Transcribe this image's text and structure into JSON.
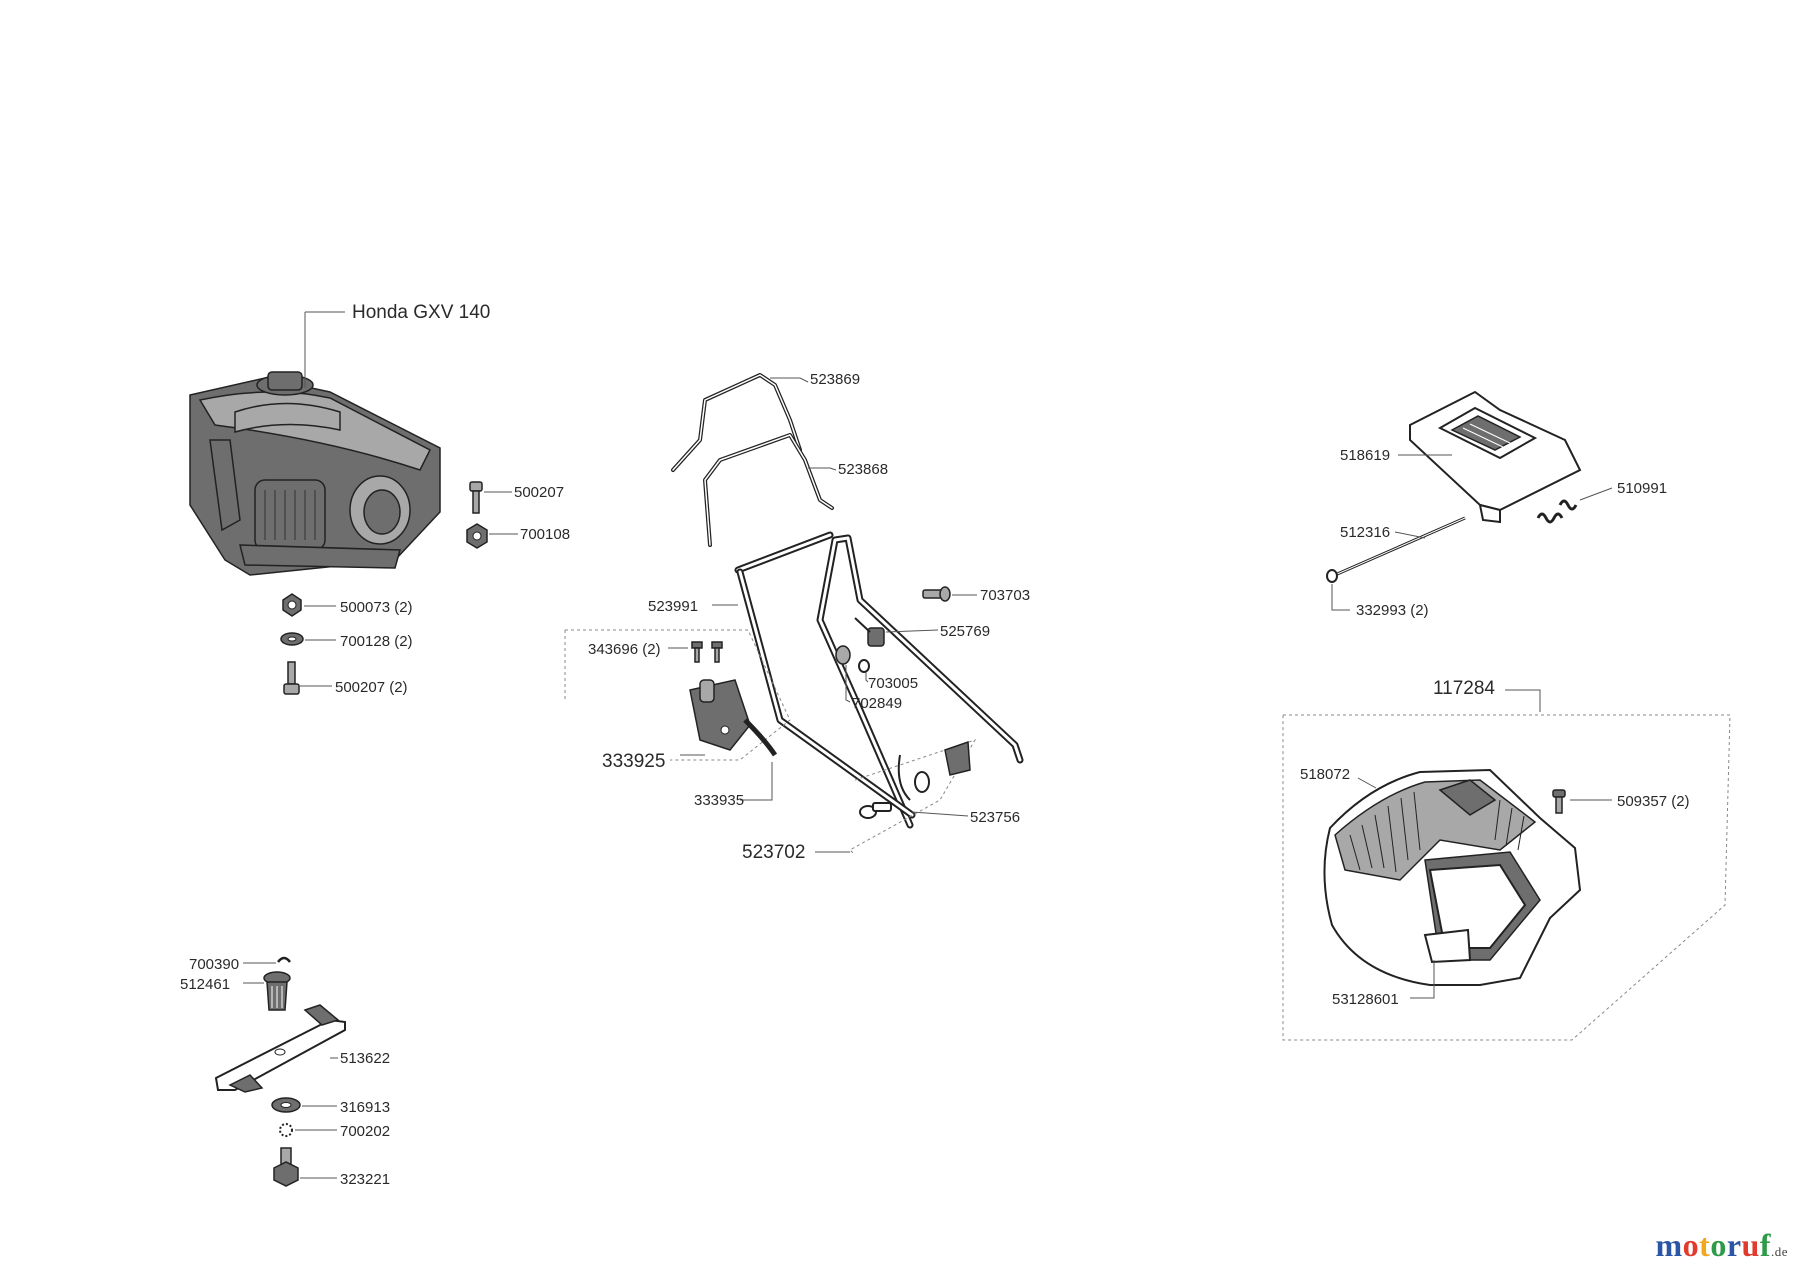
{
  "engine": {
    "label": "Honda GXV 140"
  },
  "parts": {
    "p523869": "523869",
    "p523868": "523868",
    "p500207": "500207",
    "p700108": "700108",
    "p500073": "500073 (2)",
    "p700128": "700128 (2)",
    "p500207b": "500207 (2)",
    "p523991": "523991",
    "p703703": "703703",
    "p525769": "525769",
    "p343696": "343696 (2)",
    "p703005": "703005",
    "p702849": "702849",
    "p333925": "333925",
    "p333935": "333935",
    "p523756": "523756",
    "p523702": "523702",
    "p518619": "518619",
    "p510991": "510991",
    "p512316": "512316",
    "p332993": "332993 (2)",
    "p117284": "117284",
    "p518072": "518072",
    "p509357": "509357 (2)",
    "p53128601": "53128601",
    "p700390": "700390",
    "p512461": "512461",
    "p513622": "513622",
    "p316913": "316913",
    "p700202": "700202",
    "p323221": "323221"
  },
  "brand": {
    "logo_text": "motoruf",
    "suffix": ".de"
  },
  "colors": {
    "line": "#222222",
    "fill_dark": "#6e6e6e",
    "fill_mid": "#a8a8a8",
    "label": "#2a2a2a"
  }
}
